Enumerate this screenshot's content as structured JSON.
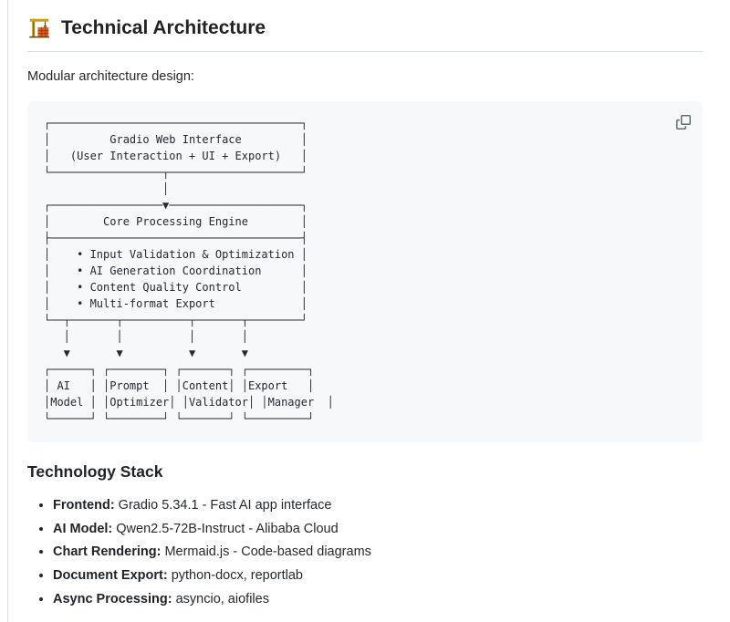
{
  "header": {
    "icon": "building-construction",
    "title": "Technical Architecture"
  },
  "intro": "Modular architecture design:",
  "code_block": {
    "ascii_lines": [
      "┌──────────────────────────────────────┐",
      "│         Gradio Web Interface         │",
      "│   (User Interaction + UI + Export)   │",
      "└─────────────────┬────────────────────┘",
      "                  │",
      "┌─────────────────▼────────────────────┐",
      "│        Core Processing Engine        │",
      "├──────────────────────────────────────┤",
      "│    • Input Validation & Optimization │",
      "│    • AI Generation Coordination      │",
      "│    • Content Quality Control         │",
      "│    • Multi-format Export             │",
      "└──┬───────┬──────────┬───────┬────────┘",
      "   │       │          │       │",
      "   ▼       ▼          ▼       ▼",
      "┌──────┐ ┌────────┐ ┌───────┐ ┌─────────┐",
      "│ AI   │ │Prompt  │ │Content│ │Export   │",
      "│Model │ │Optimizer│ │Validator│ │Manager  │",
      "└──────┘ └────────┘ └───────┘ └─────────┘"
    ]
  },
  "tech_stack": {
    "title": "Technology Stack",
    "items": [
      {
        "label": "Frontend:",
        "text": " Gradio 5.34.1 - Fast AI app interface"
      },
      {
        "label": "AI Model:",
        "text": " Qwen2.5-72B-Instruct - Alibaba Cloud"
      },
      {
        "label": "Chart Rendering:",
        "text": " Mermaid.js - Code-based diagrams"
      },
      {
        "label": "Document Export:",
        "text": " python-docx, reportlab"
      },
      {
        "label": "Async Processing:",
        "text": " asyncio, aiofiles"
      }
    ]
  },
  "colors": {
    "code_background": "#f6f8fa",
    "divider": "#d8dee4",
    "text": "#24292f",
    "copy_icon_gray": "#636c76",
    "crane_gold": "#c9a117",
    "building_orange": "#df641f"
  }
}
